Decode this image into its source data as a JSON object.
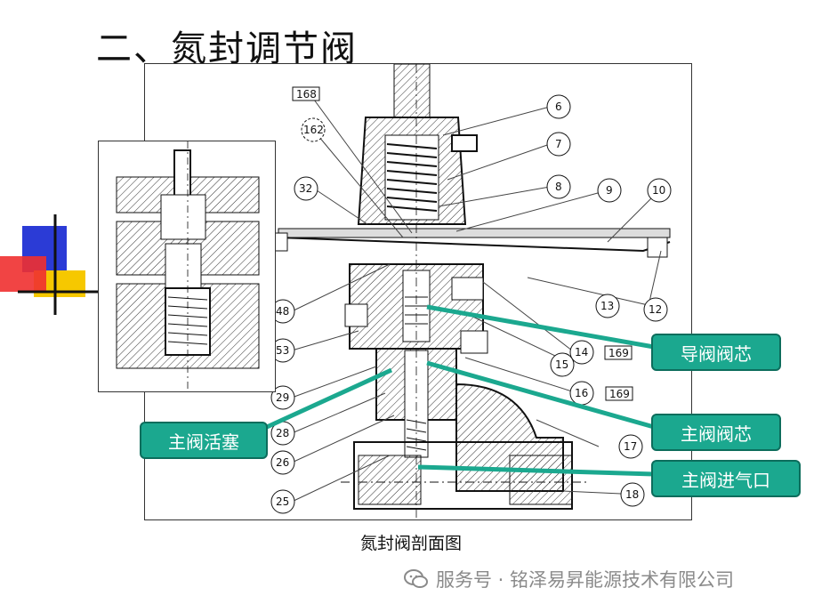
{
  "slide_title": "二、氮封调节阀",
  "caption": "氮封阀剖面图",
  "footer": "服务号 · 铭泽易昇能源技术有限公司",
  "callouts": {
    "pilot_valve_core": "导阀阀芯",
    "main_valve_piston": "主阀活塞",
    "main_valve_core": "主阀阀芯",
    "main_valve_inlet": "主阀进气口"
  },
  "part_numbers": {
    "n168": "168",
    "n162": "162",
    "n32": "32",
    "n48": "48",
    "n53": "53",
    "n29": "29",
    "n28": "28",
    "n26": "26",
    "n25": "25",
    "n6": "6",
    "n7": "7",
    "n8": "8",
    "n9": "9",
    "n10": "10",
    "n13": "13",
    "n12": "12",
    "n14": "14",
    "n15": "15",
    "n16": "16",
    "n17": "17",
    "n18": "18",
    "n169a": "169",
    "n169b": "169"
  },
  "colors": {
    "callout_bg": "#1ba88f",
    "deco_blue": "#2b3bd6",
    "deco_red": "#f03030",
    "deco_yellow": "#f6c800"
  }
}
